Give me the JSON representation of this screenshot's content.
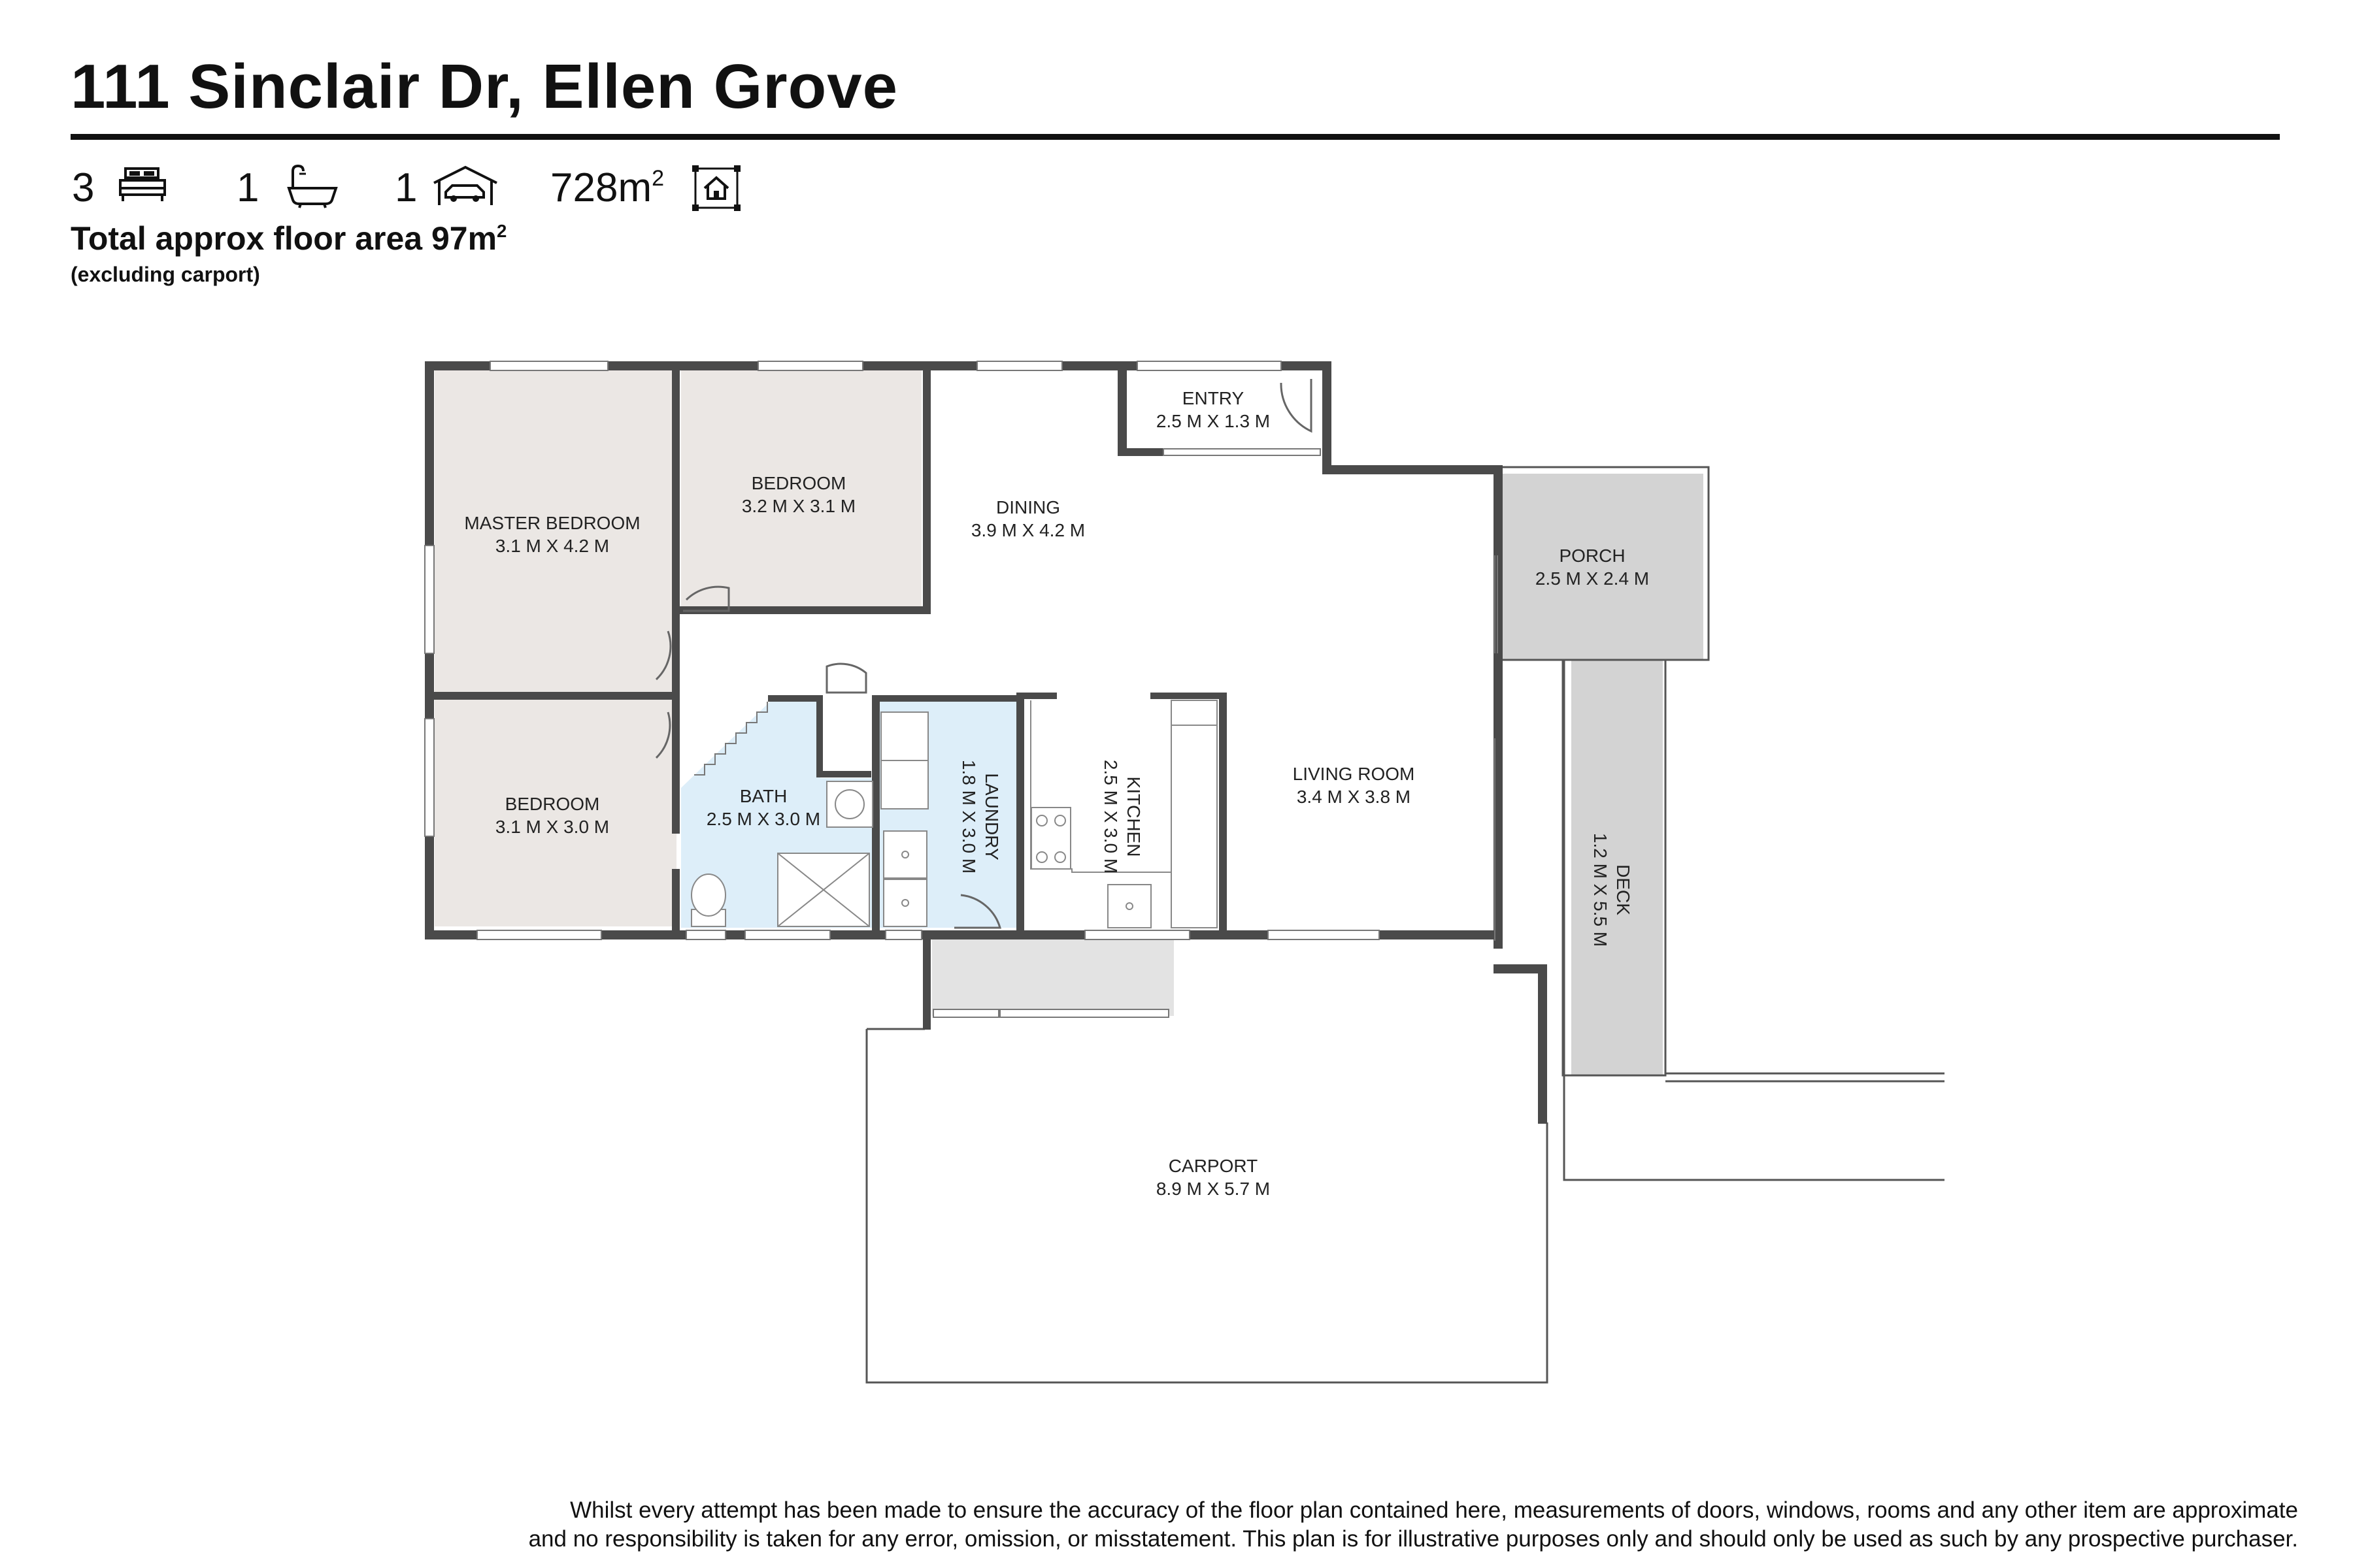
{
  "header": {
    "address": "111 Sinclair Dr, Ellen Grove"
  },
  "stats": {
    "bedrooms": "3",
    "bathrooms": "1",
    "carspaces": "1",
    "land_area": "728m",
    "land_area_sup": "2"
  },
  "floor_area": {
    "main": "Total approx floor area 97m",
    "main_sup": "2",
    "note": "(excluding carport)"
  },
  "rooms": [
    {
      "name": "ENTRY",
      "size": "2.5 M X 1.3 M"
    },
    {
      "name": "BEDROOM",
      "size": "3.2 M X 3.1 M"
    },
    {
      "name": "MASTER BEDROOM",
      "size": "3.1 M X 4.2 M"
    },
    {
      "name": "DINING",
      "size": "3.9 M X 4.2 M"
    },
    {
      "name": "PORCH",
      "size": "2.5 M X 2.4 M"
    },
    {
      "name": "BEDROOM",
      "size": "3.1 M X 3.0 M"
    },
    {
      "name": "BATH",
      "size": "2.5 M X 3.0 M"
    },
    {
      "name": "LAUNDRY",
      "size": "1.8 M X 3.0 M"
    },
    {
      "name": "KITCHEN",
      "size": "2.5 M X 3.0 M"
    },
    {
      "name": "LIVING ROOM",
      "size": "3.4 M X 3.8 M"
    },
    {
      "name": "DECK",
      "size": "1.2 M X 5.5 M"
    },
    {
      "name": "CARPORT",
      "size": "8.9 M X 5.7 M"
    }
  ],
  "colors": {
    "wall": "#4a4a4a",
    "bedroom_floor": "#ebe7e4",
    "bath_floor": "#ddeef9",
    "porch_floor": "#d3d3d3"
  },
  "icons": [
    "bed-icon",
    "bathtub-icon",
    "garage-car-icon",
    "land-area-icon"
  ],
  "disclaimer": {
    "line1": "Whilst every attempt has been made to ensure the accuracy of the floor plan contained here, measurements of doors, windows, rooms and any other item are approximate",
    "line2": "and no responsibility is taken for any error, omission, or misstatement. This plan is for illustrative purposes only and should only be used as such by any prospective purchaser."
  }
}
